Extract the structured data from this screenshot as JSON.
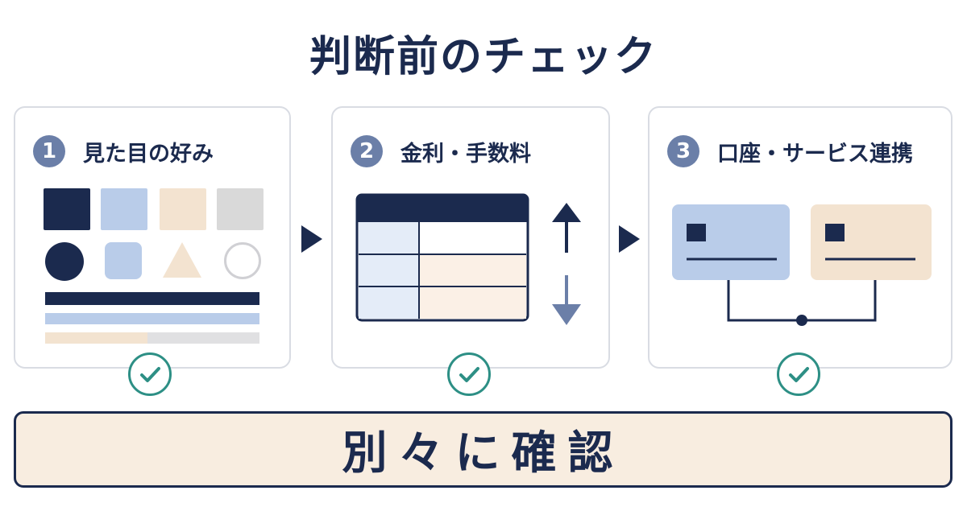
{
  "title": "判断前のチェック",
  "steps": [
    {
      "number": "1",
      "label": "見た目の好み"
    },
    {
      "number": "2",
      "label": "金利・手数料"
    },
    {
      "number": "3",
      "label": "口座・サービス連携"
    }
  ],
  "conclusion": "別々に確認",
  "colors": {
    "navy": "#1b2a4e",
    "light_blue": "#b9cce9",
    "beige": "#f3e3d0",
    "gray": "#d9d9d9",
    "accent_badge": "#6b7fa8",
    "check_teal": "#2d8f85",
    "conclusion_bg": "#f8ede0"
  },
  "icons": [
    "arrow-right-icon",
    "arrow-up-icon",
    "arrow-down-icon",
    "check-circle-icon",
    "table-icon",
    "card-icon"
  ]
}
